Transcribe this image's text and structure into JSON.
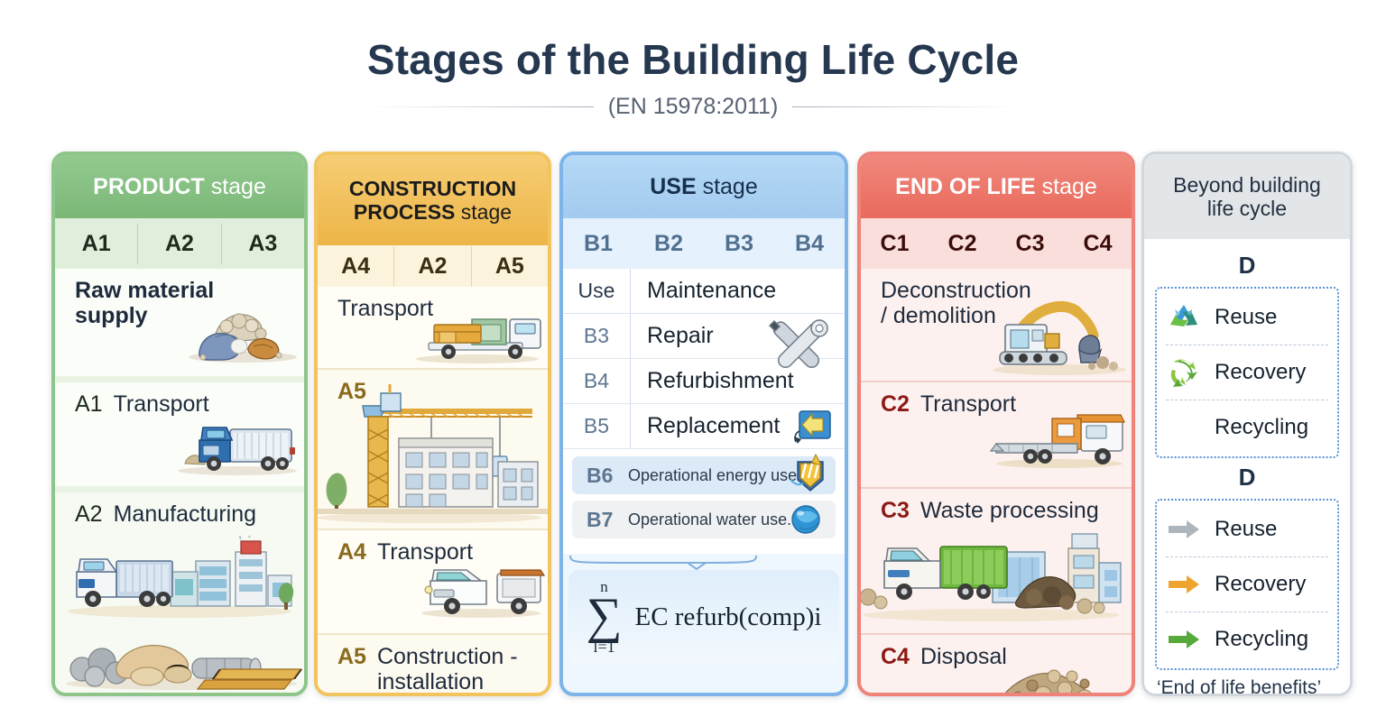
{
  "header": {
    "title": "Stages of the Building Life Cycle",
    "subtitle": "(EN 15978:2011)"
  },
  "colors": {
    "product": "#7bb878",
    "construction": "#edb548",
    "use": "#a3caef",
    "end_of_life": "#e96a5d",
    "beyond": "#e3e6e9",
    "title_text": "#26384f"
  },
  "columns": [
    {
      "id": "product",
      "head_bold": "PRODUCT",
      "head_light": " stage",
      "codes": [
        "A1",
        "A2",
        "A3"
      ],
      "rows": [
        {
          "code": "",
          "label": "Raw material supply",
          "bold": true,
          "icon": "gravel-bag-icon"
        },
        {
          "code": "A1",
          "label": "Transport",
          "bold": false,
          "icon": "blue-truck-icon"
        },
        {
          "code": "A2",
          "label": "Manufacturing",
          "bold": false,
          "icon": "factory-truck-icon"
        }
      ]
    },
    {
      "id": "construction",
      "head_bold": "CONSTRUCTION PROCESS",
      "head_light": " stage",
      "head_line1_bold": "CONSTRUCTION",
      "head_line2_bold": "PROCESS",
      "codes": [
        "A4",
        "A2",
        "A5"
      ],
      "rows": [
        {
          "code": "",
          "label": "Transport",
          "bold": false,
          "icon": "cargo-truck-icon"
        },
        {
          "code": "A5",
          "label": "",
          "bold": false,
          "icon": "crane-building-icon"
        },
        {
          "code": "A4",
          "label": "Transport",
          "bold": false,
          "icon": "white-truck-icon"
        },
        {
          "code": "A5",
          "label": "Construction - installation process",
          "bold": false,
          "icon": ""
        }
      ]
    },
    {
      "id": "use",
      "head_bold": "USE",
      "head_light": " stage",
      "codes": [
        "B1",
        "B2",
        "B3",
        "B4"
      ],
      "use_rows": [
        {
          "code": "Use",
          "label": "Maintenance",
          "icon": ""
        },
        {
          "code": "B3",
          "label": "Repair",
          "icon": "wrench-tools-icon"
        },
        {
          "code": "B4",
          "label": "Refurbishment",
          "icon": ""
        },
        {
          "code": "B5",
          "label": "Replacement",
          "icon": "replace-arrow-icon"
        }
      ],
      "ops_rows": [
        {
          "code": "B6",
          "label": "Operational energy use",
          "icon": "energy-flash-icon"
        },
        {
          "code": "B7",
          "label": "Operational water use.",
          "icon": "water-globe-icon"
        }
      ],
      "formula": {
        "upper_limit": "n",
        "lower_limit": "l=1",
        "sigma": "∑",
        "expression": "EC refurb(comp)i"
      }
    },
    {
      "id": "end_of_life",
      "head_bold": "END OF LIFE",
      "head_light": " stage",
      "codes": [
        "C1",
        "C2",
        "C3",
        "C4"
      ],
      "rows": [
        {
          "code": "",
          "label": "Deconstruction / demolition",
          "bold": false,
          "icon": "excavator-icon"
        },
        {
          "code": "C2",
          "label": "Transport",
          "bold": false,
          "icon": "flatbed-truck-icon"
        },
        {
          "code": "C3",
          "label": "Waste processing",
          "bold": false,
          "icon": "waste-truck-plant-icon"
        },
        {
          "code": "C4",
          "label": "Disposal",
          "bold": false,
          "icon": "rubble-pile-icon"
        }
      ]
    },
    {
      "id": "beyond",
      "head_line1": "Beyond building",
      "head_line2": "life cycle",
      "blocks": [
        {
          "letter": "D",
          "items": [
            {
              "label": "Reuse",
              "icon": "recycle-triangle-icon"
            },
            {
              "label": "Recovery",
              "icon": "recycle-arrows-icon"
            },
            {
              "label": "Recycling",
              "icon": ""
            }
          ]
        },
        {
          "letter": "D",
          "items": [
            {
              "label": "Reuse",
              "icon": "gray-arrow-icon"
            },
            {
              "label": "Recovery",
              "icon": "orange-arrow-icon"
            },
            {
              "label": "Recycling",
              "icon": "green-arrow-icon"
            }
          ]
        }
      ],
      "caption": "‘End of life benefits’"
    }
  ]
}
